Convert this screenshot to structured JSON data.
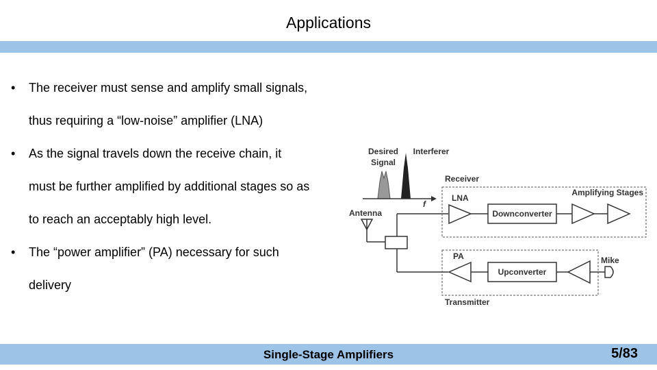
{
  "slide": {
    "title": "Applications",
    "footer_title": "Single-Stage Amplifiers",
    "page_number": "5/83",
    "colors": {
      "band": "#9dc3e6"
    }
  },
  "bullets": [
    {
      "symbol": "•",
      "lines": [
        "The receiver must sense and amplify small signals,",
        "thus requiring a “low-noise” amplifier (LNA)"
      ]
    },
    {
      "symbol": "•",
      "lines": [
        "As the signal travels down the receive chain, it",
        "must be further amplified by additional stages so as",
        "to reach an acceptably high level."
      ]
    },
    {
      "symbol": "•",
      "lines": [
        "The “power amplifier” (PA) necessary for such",
        "delivery"
      ]
    }
  ],
  "figure": {
    "spectrum": {
      "desired_label_1": "Desired",
      "desired_label_2": "Signal",
      "interferer_label": "Interferer",
      "axis_label": "f"
    },
    "antenna_label": "Antenna",
    "receiver": {
      "label": "Receiver",
      "lna_label": "LNA",
      "downconverter_label": "Downconverter",
      "amplifying_label": "Amplifying Stages"
    },
    "transmitter": {
      "label": "Transmitter",
      "pa_label": "PA",
      "upconverter_label": "Upconverter",
      "mike_label": "Mike"
    }
  }
}
